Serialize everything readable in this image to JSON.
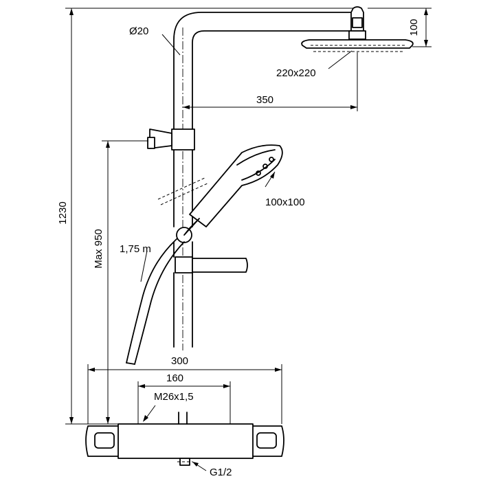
{
  "dimensions": {
    "total_height": "1230",
    "pipe_diameter": "Ø20",
    "head_offset": "100",
    "head_size": "220x220",
    "arm_reach": "350",
    "hand_shower_size": "100x100",
    "slider_height": "Max 950",
    "hose_length": "1,75 m",
    "mixer_width": "300",
    "connection_spacing": "160",
    "thread_size": "M26x1,5",
    "inlet_thread": "G1/2"
  }
}
